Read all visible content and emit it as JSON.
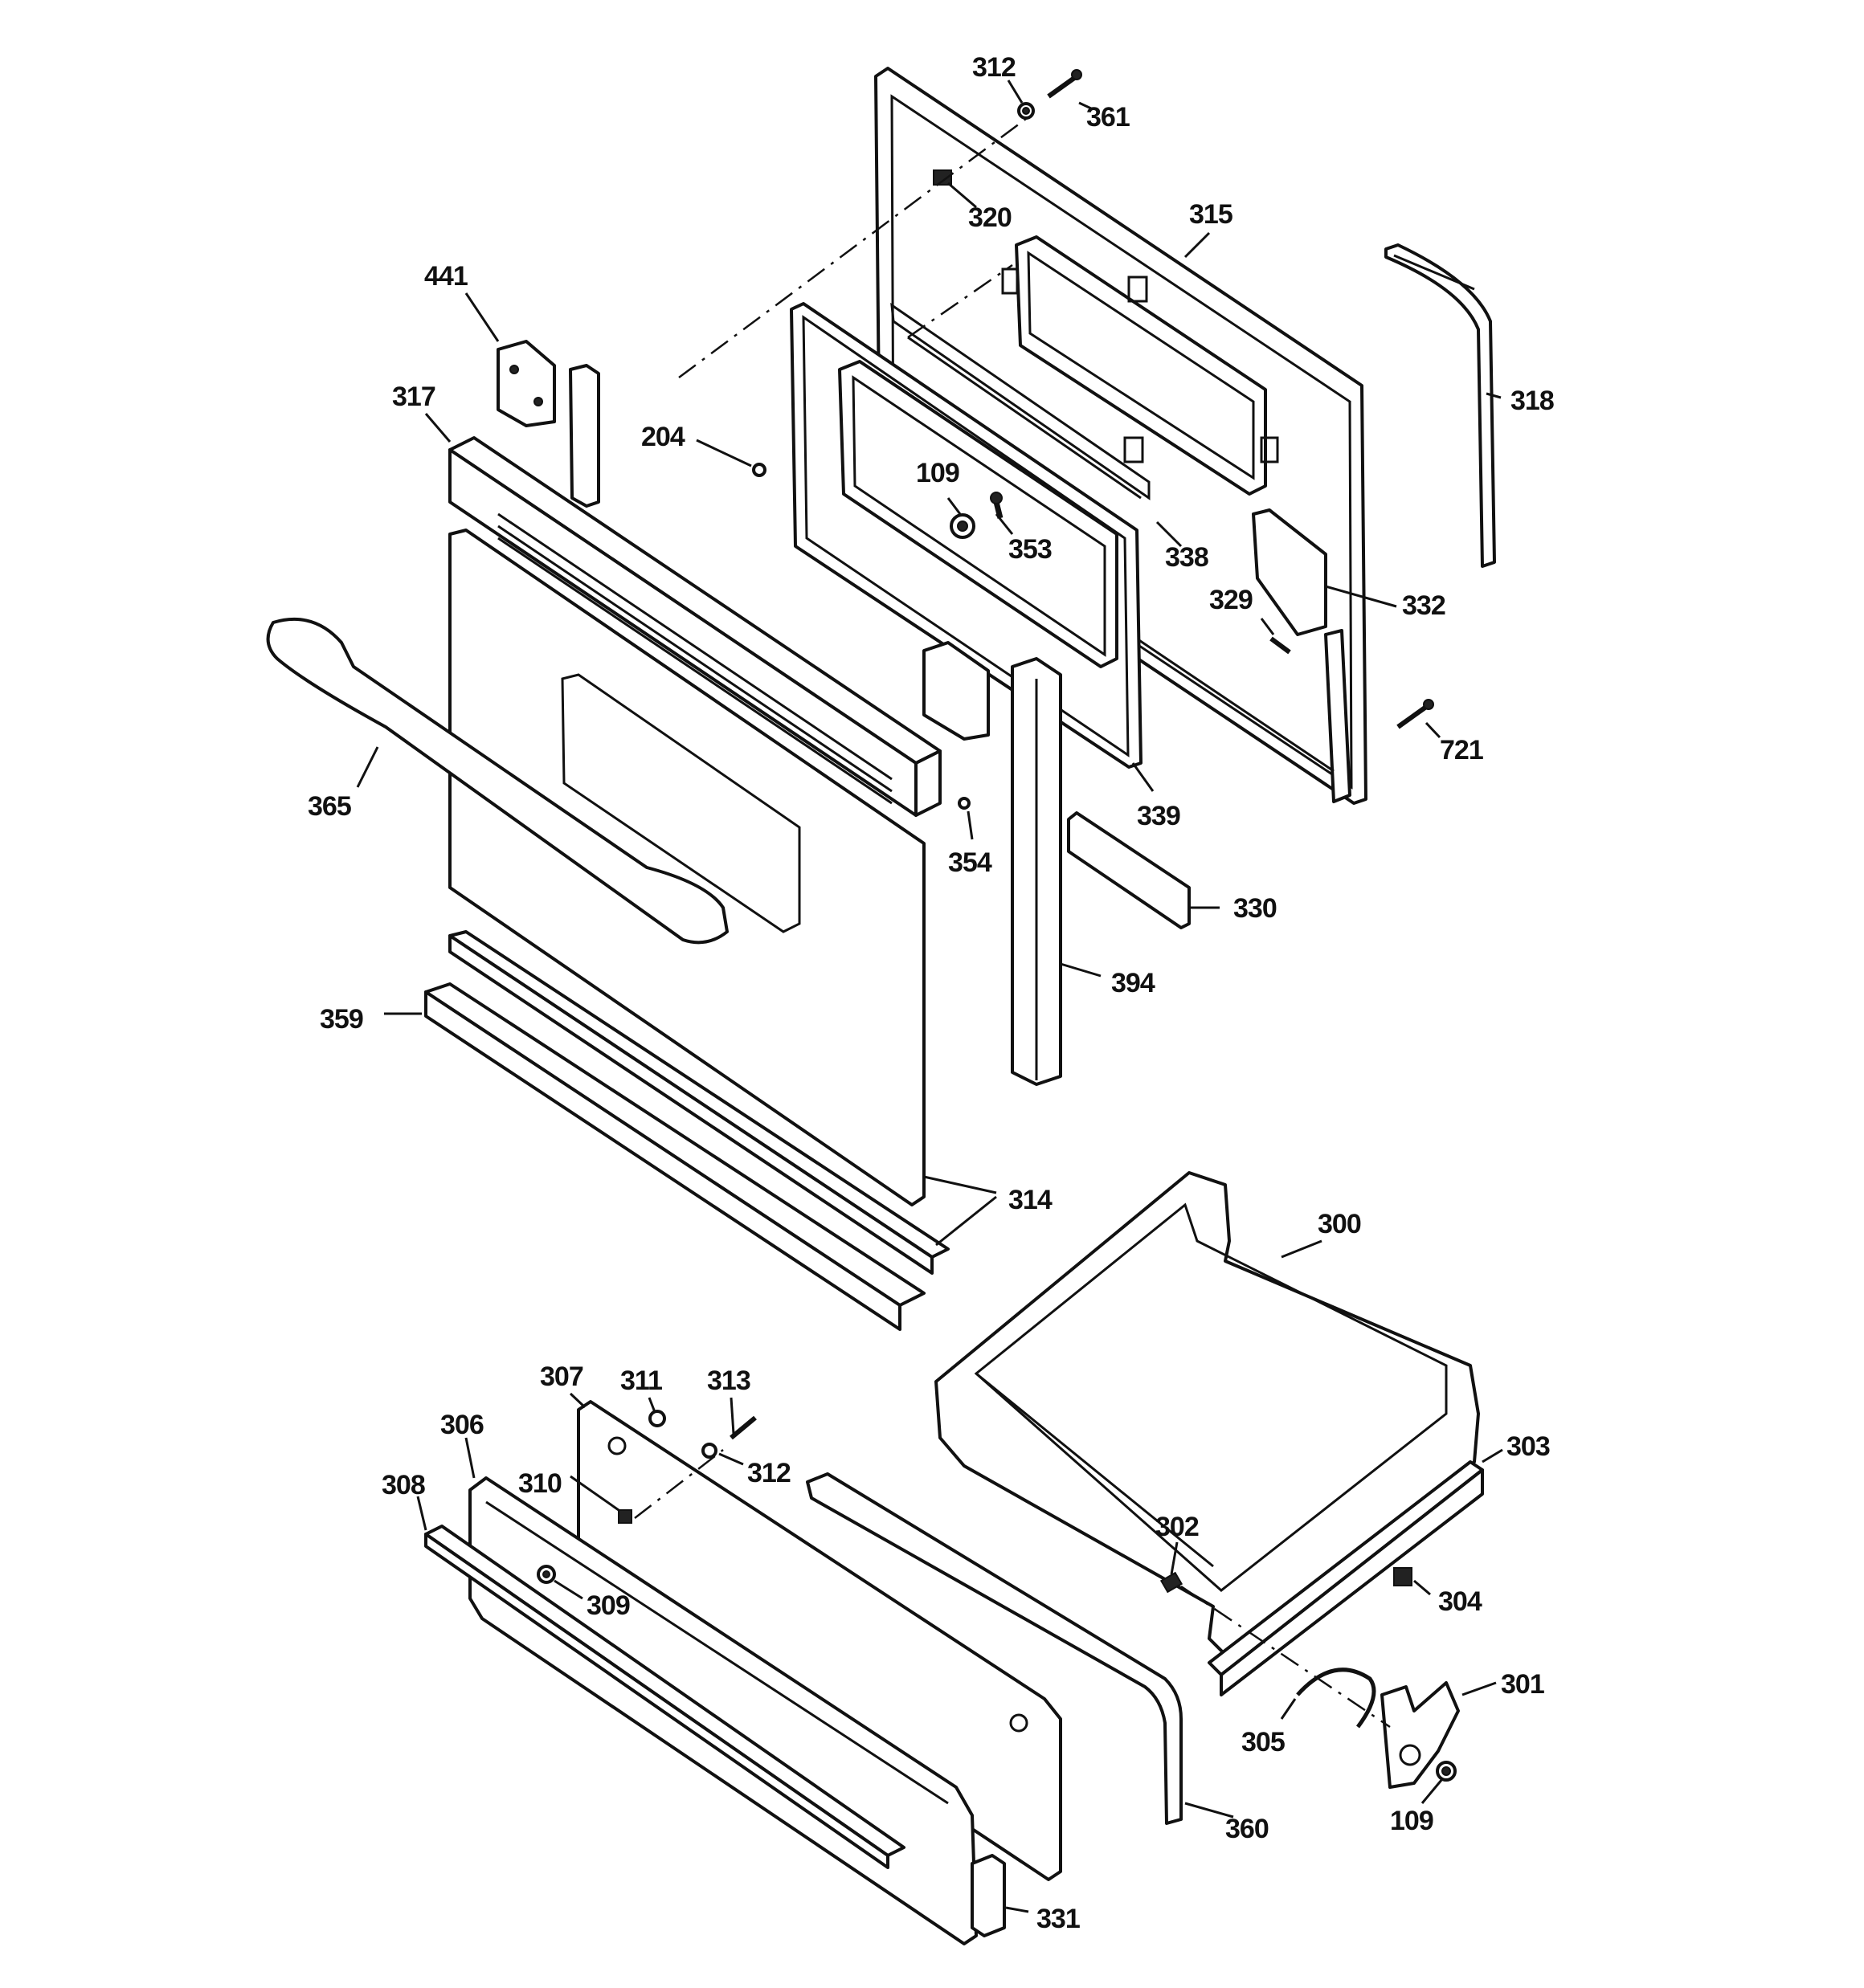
{
  "diagram": {
    "callouts": [
      "312",
      "361",
      "320",
      "315",
      "441",
      "318",
      "317",
      "204",
      "109",
      "353",
      "338",
      "332",
      "329",
      "721",
      "365",
      "339",
      "354",
      "330",
      "394",
      "359",
      "314",
      "300",
      "307",
      "311",
      "313",
      "306",
      "312",
      "310",
      "303",
      "308",
      "302",
      "304",
      "309",
      "301",
      "305",
      "360",
      "109",
      "331"
    ]
  }
}
